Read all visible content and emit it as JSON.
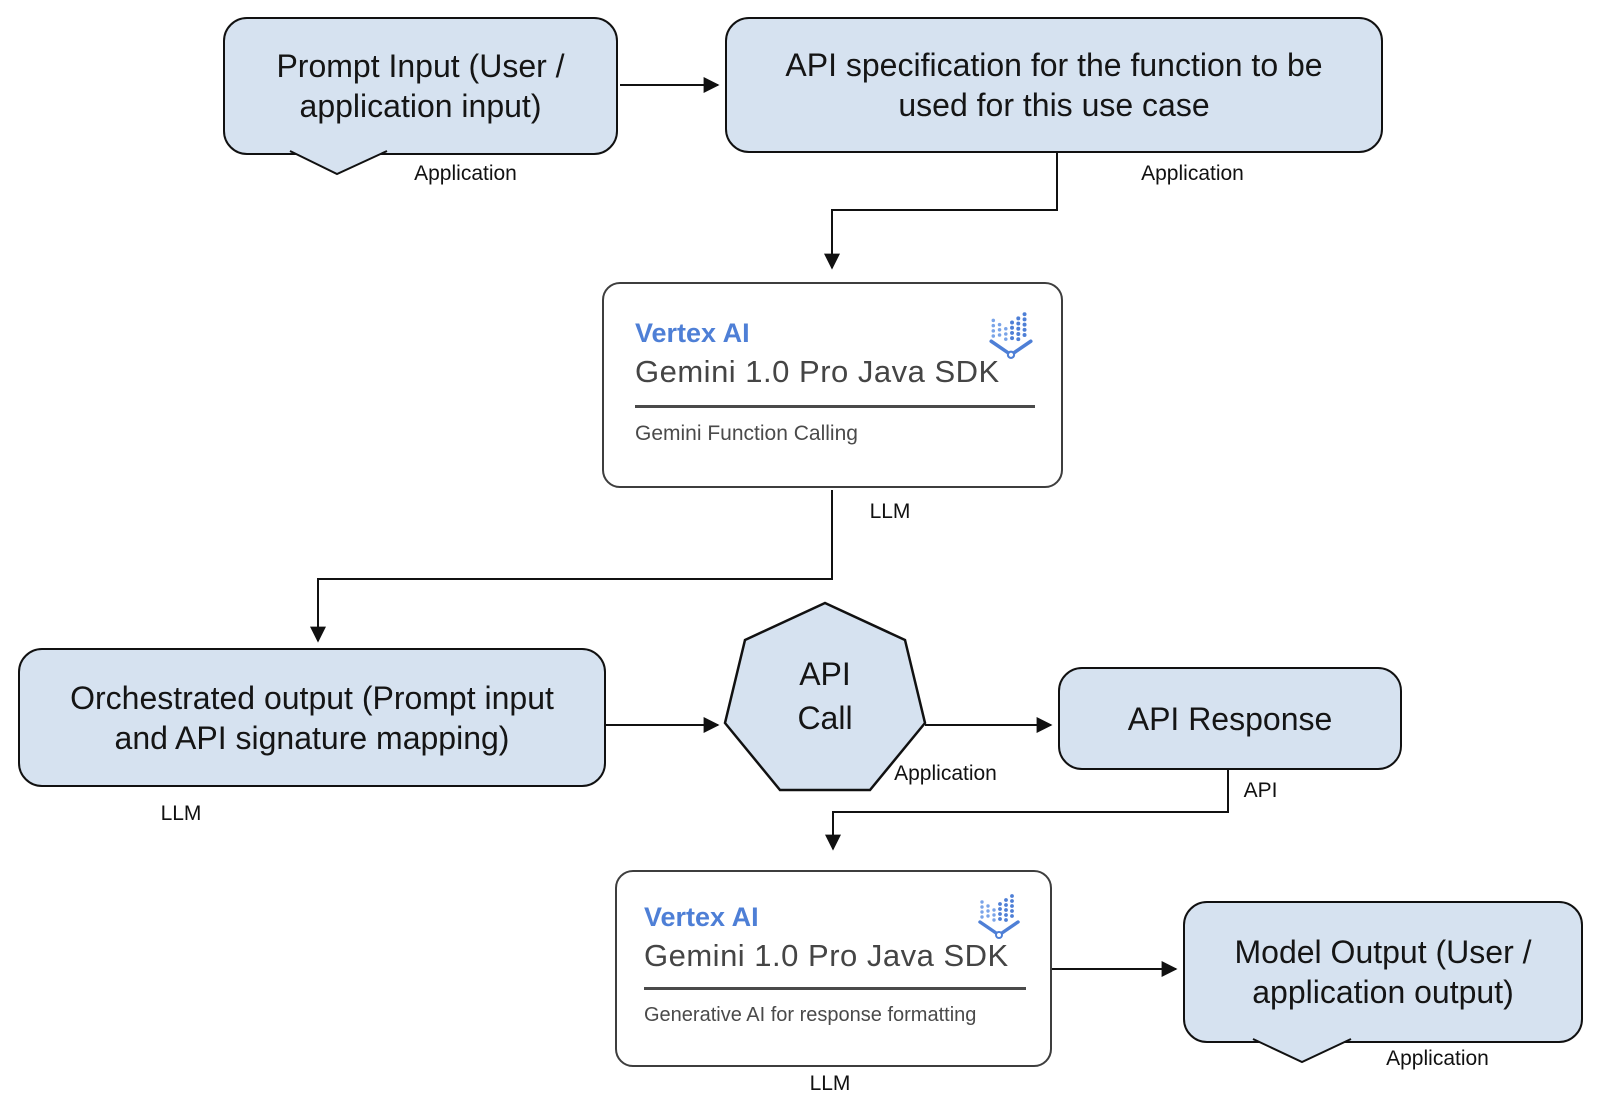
{
  "nodes": {
    "prompt_input": {
      "label": "Prompt Input (User / application input)",
      "tag": "Application"
    },
    "api_spec": {
      "label": "API specification for the function to be used for this use case",
      "tag": "Application"
    },
    "llm_orchestrator": {
      "product": "Vertex AI",
      "sdk": "Gemini 1.0 Pro Java SDK",
      "feature": "Gemini Function Calling",
      "tag": "LLM"
    },
    "orchestrated_output": {
      "label": "Orchestrated output (Prompt input and API signature mapping)",
      "tag": "LLM"
    },
    "api_call": {
      "label": "API Call",
      "tag": "Application"
    },
    "api_response": {
      "label": "API Response",
      "tag": "API"
    },
    "llm_formatter": {
      "product": "Vertex AI",
      "sdk": "Gemini 1.0 Pro Java SDK",
      "feature": "Generative AI for response formatting",
      "tag": "LLM"
    },
    "model_output": {
      "label": "Model Output (User / application output)",
      "tag": "Application"
    }
  },
  "icons": {
    "vertex_ai": "vertex-ai-dotted-v-logo"
  },
  "colors": {
    "node_fill": "#d6e2f0",
    "node_border": "#111111",
    "card_border": "#3e3e3e",
    "card_text": "#4a4a4a",
    "vertex_blue": "#4e7fd6",
    "connector": "#111111",
    "background": "#ffffff"
  }
}
